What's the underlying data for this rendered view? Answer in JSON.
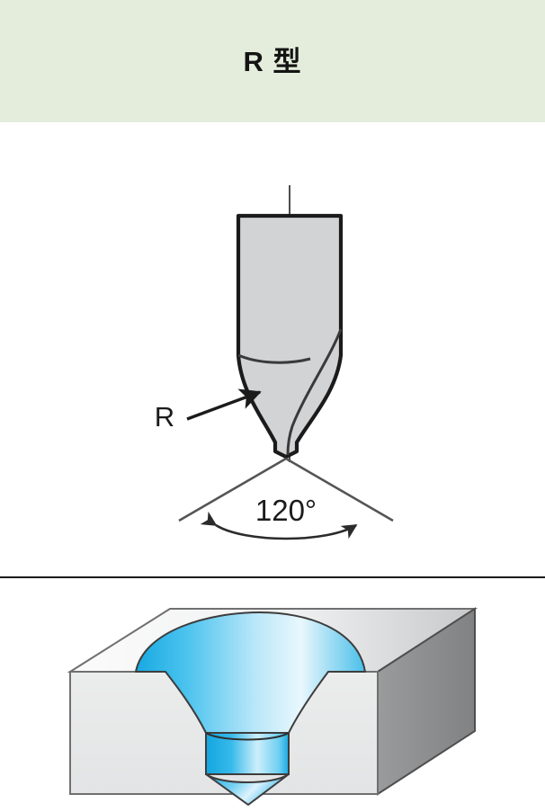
{
  "header": {
    "title": "R 型",
    "background_color": "#e4eddc",
    "text_color": "#141414"
  },
  "tool_diagram": {
    "name": "r-type-punch-cross-section",
    "radius_label": "R",
    "angle_label": "120°",
    "label_color": "#1b1b1b",
    "body_fill": "#d2d3d5",
    "outline_color": "#1b1b1b",
    "centerline_color": "#4d4d4d",
    "description_parts": [
      "cylindrical shank",
      "concave radius flank",
      "included point angle"
    ]
  },
  "block_diagram": {
    "name": "workpiece-with-flared-countersink",
    "top_face_color": "#f0f1f2",
    "front_face_color": "#e8e9ea",
    "side_face_color": "#8c8c8c",
    "hole_color_dark": "#1eaee4",
    "hole_color_light": "#e6f6fd",
    "outline_color": "#555555",
    "description_parts": [
      "rectangular block",
      "trumpet flared mouth",
      "cylindrical bore",
      "conical bottom"
    ]
  },
  "colors": {
    "accent_green": "#e4eddc",
    "ink": "#1b1b1b",
    "metal_gray": "#d2d3d5",
    "hole_blue": "#1eaee4"
  }
}
